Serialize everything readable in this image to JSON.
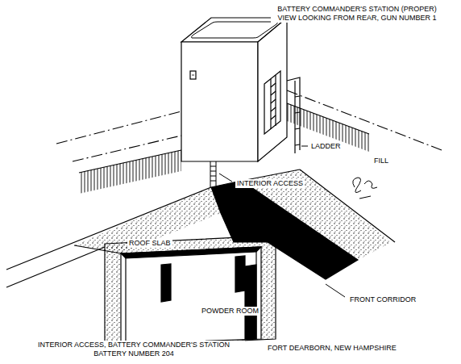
{
  "diagram": {
    "title": "BATTERY COMMANDER'S STATION (PROPER) VIEW LOOKING FROM REAR, GUN NUMBER 1",
    "caption": "INTERIOR ACCESS, BATTERY COMMANDER'S STATION BATTERY NUMBER 204",
    "labels": [
      "LADDER",
      "FILL",
      "INTERIOR ACCESS",
      "ROOF SLAB",
      "FRONT CORRIDOR",
      "POWDER ROOM",
      "FORT DEARBORN, NEW HAMPSHIRE"
    ]
  }
}
